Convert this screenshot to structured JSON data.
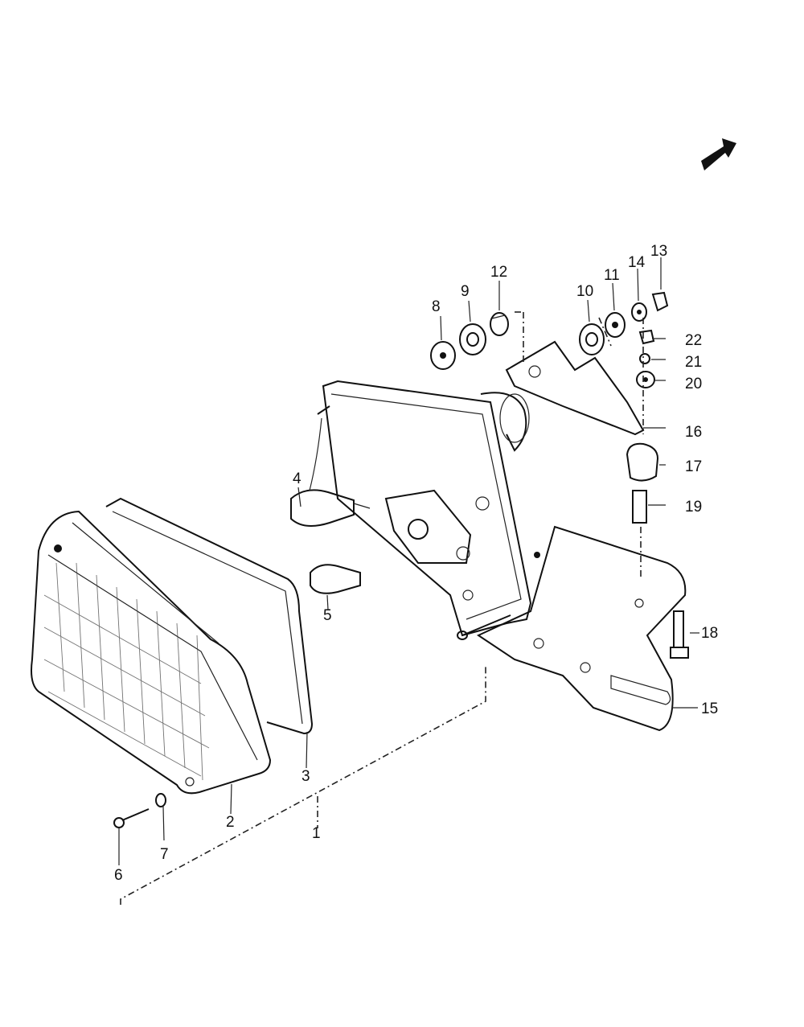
{
  "diagram": {
    "parts": [
      {
        "id": "1",
        "label": "1"
      },
      {
        "id": "2",
        "label": "2"
      },
      {
        "id": "3",
        "label": "3"
      },
      {
        "id": "4",
        "label": "4"
      },
      {
        "id": "5",
        "label": "5"
      },
      {
        "id": "6",
        "label": "6"
      },
      {
        "id": "7",
        "label": "7"
      },
      {
        "id": "8",
        "label": "8"
      },
      {
        "id": "9",
        "label": "9"
      },
      {
        "id": "10",
        "label": "10"
      },
      {
        "id": "11",
        "label": "11"
      },
      {
        "id": "12",
        "label": "12"
      },
      {
        "id": "13",
        "label": "13"
      },
      {
        "id": "14",
        "label": "14"
      },
      {
        "id": "15",
        "label": "15"
      },
      {
        "id": "16",
        "label": "16"
      },
      {
        "id": "17",
        "label": "17"
      },
      {
        "id": "18",
        "label": "18"
      },
      {
        "id": "19",
        "label": "19"
      },
      {
        "id": "20",
        "label": "20"
      },
      {
        "id": "21",
        "label": "21"
      },
      {
        "id": "22",
        "label": "22"
      }
    ]
  }
}
